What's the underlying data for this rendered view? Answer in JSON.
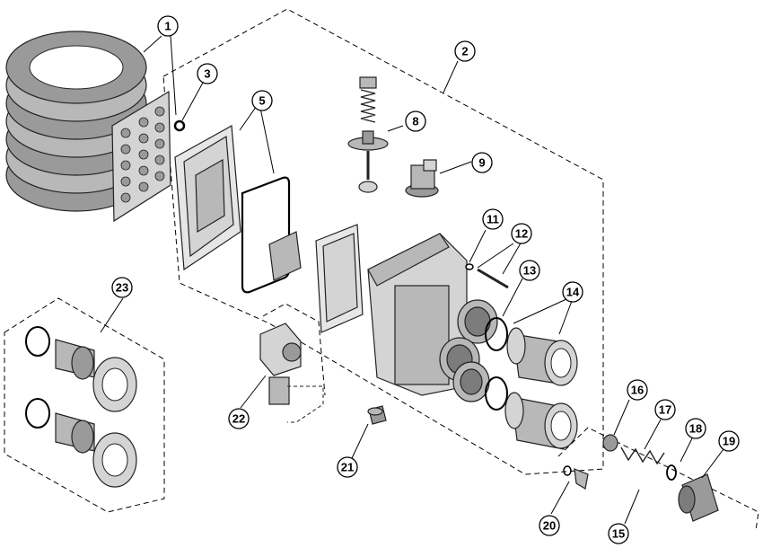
{
  "callouts": [
    {
      "id": "1",
      "label": "1"
    },
    {
      "id": "2",
      "label": "2"
    },
    {
      "id": "3",
      "label": "3"
    },
    {
      "id": "5",
      "label": "5"
    },
    {
      "id": "8",
      "label": "8"
    },
    {
      "id": "9",
      "label": "9"
    },
    {
      "id": "11",
      "label": "11"
    },
    {
      "id": "12",
      "label": "12"
    },
    {
      "id": "13",
      "label": "13"
    },
    {
      "id": "14",
      "label": "14"
    },
    {
      "id": "15",
      "label": "15"
    },
    {
      "id": "16",
      "label": "16"
    },
    {
      "id": "17",
      "label": "17"
    },
    {
      "id": "18",
      "label": "18"
    },
    {
      "id": "19",
      "label": "19"
    },
    {
      "id": "20",
      "label": "20"
    },
    {
      "id": "21",
      "label": "21"
    },
    {
      "id": "22",
      "label": "22"
    },
    {
      "id": "23",
      "label": "23"
    }
  ]
}
